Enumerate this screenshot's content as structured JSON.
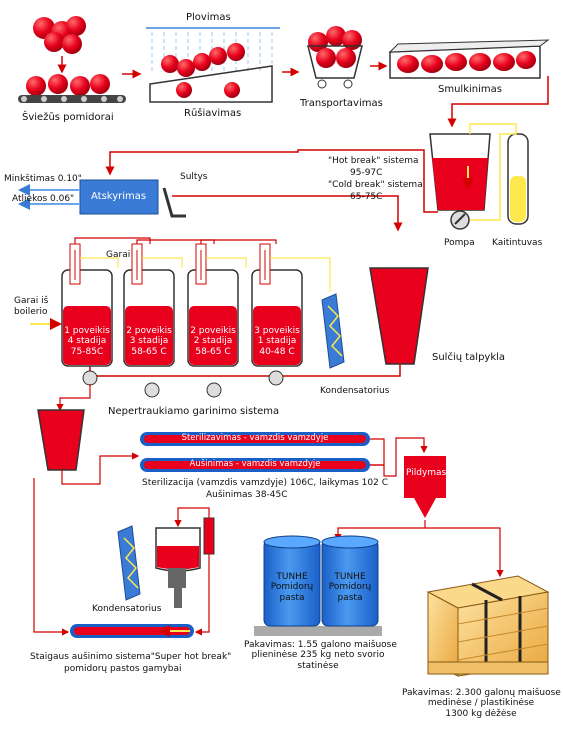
{
  "stages": {
    "fresh_tomatoes": "Šviežūs pomidorai",
    "washing": "Plovimas",
    "sorting": "Rūšiavimas",
    "transport": "Transportavimas",
    "chopping": "Smulkinimas",
    "hot_break_1": "\"Hot break\" sistema",
    "hot_break_temp": "95-97C",
    "cold_break_1": "\"Cold break\" sistema",
    "cold_break_temp": "65-75C",
    "pump": "Pompa",
    "heater": "Kaitintuvas",
    "separation": "Atskyrimas",
    "softening": "Minkštimas 0.10\"",
    "waste": "Atliekos 0.06\"",
    "juice": "Sultys",
    "juice_tank": "Sulčių talpykla",
    "steam": "Garai",
    "boiler_steam_1": "Garai iš",
    "boiler_steam_2": "boilerio",
    "condenser": "Kondensatorius",
    "evaporation_system": "Nepertraukiamo garinimo sistema",
    "sterilization_pipe": "Sterilizavimas - vamzdis vamzdyje",
    "cooling_pipe": "Aušinimas - vamzdis vamzdyje",
    "sterilization_note_1": "Sterilizacija (vamzdis vamzdyje) 106C, laikymas 102 C",
    "sterilization_note_2": "Aušinimas 38-45C",
    "filling": "Pildymas",
    "condenser_2": "Kondensatorius",
    "super_hot_break_1": "Staigaus aušinimo sistema\"Super hot break\"",
    "super_hot_break_2": "pomidorų pastos gamybai",
    "barrel_label_1": "TUNHE",
    "barrel_label_2": "Pomidorų",
    "barrel_label_3": "pasta",
    "packaging_drums_1": "Pakavimas: 1.55 galono maišuose",
    "packaging_drums_2": "plieninėse 235 kg neto svorio",
    "packaging_drums_3": "statinėse",
    "packaging_crate_1": "Pakavimas: 2.300 galonų maišuose",
    "packaging_crate_2": "medinėse / plastikinėse",
    "packaging_crate_3": "1300 kg dėžėse"
  },
  "evaporators": [
    {
      "line1": "1 poveikis",
      "line2": "4 stadija",
      "line3": "75-85C"
    },
    {
      "line1": "2 poveikis",
      "line2": "3 stadija",
      "line3": "58-65 C"
    },
    {
      "line1": "2 poveikis",
      "line2": "2 stadija",
      "line3": "58-65 C"
    },
    {
      "line1": "3 poveikis",
      "line2": "1 stadija",
      "line3": "40-48 C"
    }
  ],
  "colors": {
    "red": "#e8001c",
    "yellow": "#ffe84d",
    "blue": "#3a7bd5",
    "light_blue": "#6aa6e8",
    "dark_red_line": "#d40000",
    "wood": "#f5b942"
  }
}
